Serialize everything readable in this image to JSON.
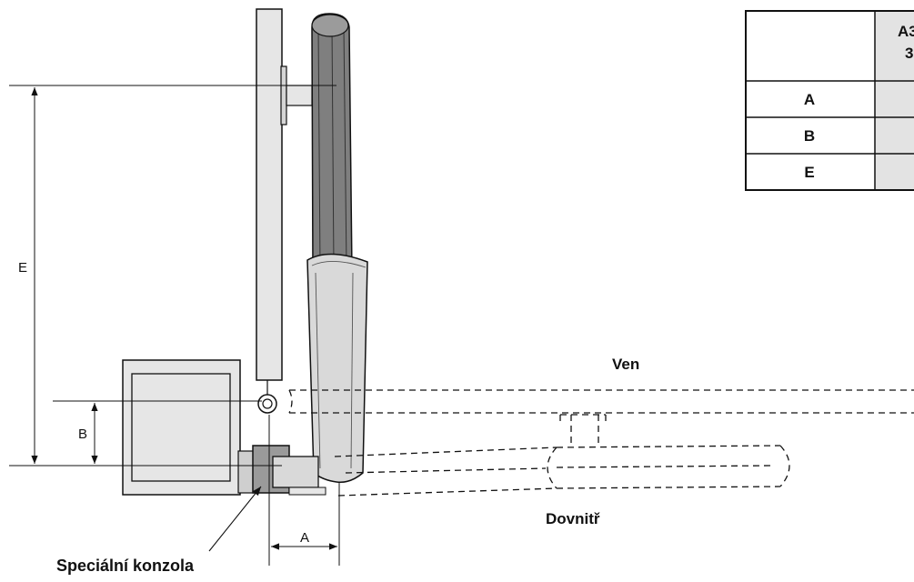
{
  "labels": {
    "ven": "Ven",
    "dovnitr": "Dovnitř",
    "bracket": "Speciální konzola"
  },
  "dimensions": {
    "e": "E",
    "b": "B",
    "a": "A"
  },
  "table": {
    "header_line1": "A3",
    "header_line2": "3",
    "rows": [
      "A",
      "B",
      "E"
    ]
  },
  "colors": {
    "line": "#111111",
    "frame_fill": "#e6e6e6",
    "arm_dark": "#7f7f7f",
    "arm_light": "#d9d9d9",
    "table_cell": "#e3e3e3",
    "bracket_fill": "#9a9a9a"
  }
}
